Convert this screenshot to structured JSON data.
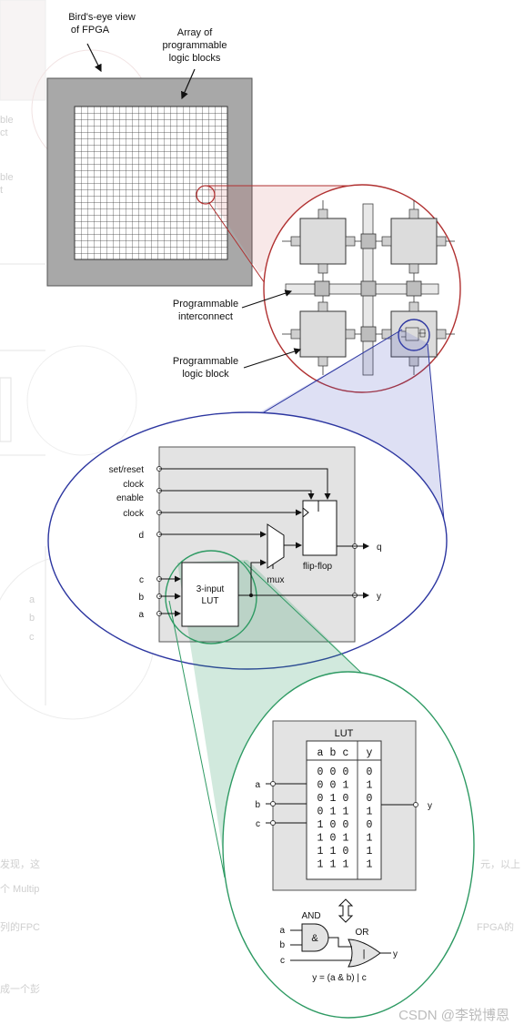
{
  "fpga": {
    "birdseye_line1": "Bird's-eye view",
    "birdseye_line2": "of FPGA",
    "array_line1": "Array of",
    "array_line2": "programmable",
    "array_line3": "logic blocks"
  },
  "interconnect": {
    "interconnect_line1": "Programmable",
    "interconnect_line2": "interconnect",
    "logic_block_line1": "Programmable",
    "logic_block_line2": "logic block"
  },
  "logic_block": {
    "set_reset": "set/reset",
    "clock1": "clock",
    "enable": "enable",
    "clock2": "clock",
    "d": "d",
    "q": "q",
    "y": "y",
    "c": "c",
    "b": "b",
    "a": "a",
    "lut_line1": "3-input",
    "lut_line2": "LUT",
    "mux": "mux",
    "flip_flop": "flip-flop"
  },
  "lut": {
    "title": "LUT",
    "headers": [
      "a",
      "b",
      "c",
      "y"
    ],
    "rows": [
      [
        "0",
        "0",
        "0",
        "0"
      ],
      [
        "0",
        "0",
        "1",
        "1"
      ],
      [
        "0",
        "1",
        "0",
        "0"
      ],
      [
        "0",
        "1",
        "1",
        "1"
      ],
      [
        "1",
        "0",
        "0",
        "0"
      ],
      [
        "1",
        "0",
        "1",
        "1"
      ],
      [
        "1",
        "1",
        "0",
        "1"
      ],
      [
        "1",
        "1",
        "1",
        "1"
      ]
    ],
    "input_a": "a",
    "input_b": "b",
    "input_c": "c",
    "output_y": "y"
  },
  "gates": {
    "and_label": "AND",
    "and_symbol": "&",
    "or_label": "OR",
    "or_symbol": "|",
    "a": "a",
    "b": "b",
    "c": "c",
    "y": "y",
    "equation": "y = (a & b) | c"
  },
  "background": {
    "left_fragments": [
      "ble",
      "ct",
      "ble",
      "t",
      "a",
      "b",
      "c"
    ],
    "bottom_fragments": [
      "发现，这",
      "个 Multip",
      "列的FPC",
      "成一个彭"
    ],
    "right_fragments": [
      "元，以上",
      "FPGA的"
    ]
  },
  "watermark": "CSDN @李锐博恩"
}
